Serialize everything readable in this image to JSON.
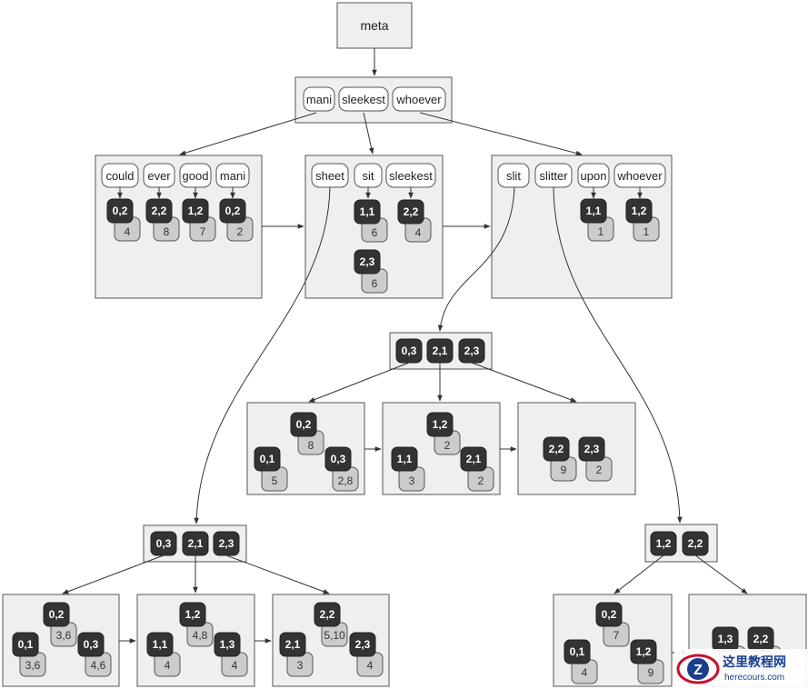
{
  "root": {
    "label": "meta"
  },
  "top_keys": [
    "mani",
    "sleekest",
    "whoever"
  ],
  "leaves": [
    {
      "keys": [
        "could",
        "ever",
        "good",
        "mani"
      ],
      "entries": [
        {
          "key": "0,2",
          "val": "4"
        },
        {
          "key": "2,2",
          "val": "8"
        },
        {
          "key": "1,2",
          "val": "7"
        },
        {
          "key": "0,2",
          "val": "2"
        }
      ]
    },
    {
      "keys": [
        "sheet",
        "sit",
        "sleekest"
      ],
      "entries": [
        {
          "key": "1,1",
          "val": "6"
        },
        {
          "key": "2,2",
          "val": "4"
        },
        {
          "key": "2,3",
          "val": "6"
        }
      ]
    },
    {
      "keys": [
        "slit",
        "slitter",
        "upon",
        "whoever"
      ],
      "entries": [
        {
          "key": "1,1",
          "val": "1"
        },
        {
          "key": "1,2",
          "val": "1"
        }
      ]
    }
  ],
  "subtree_mid": {
    "index": [
      "0,3",
      "2,1",
      "2,3"
    ],
    "nodes": [
      [
        {
          "key": "0,2",
          "val": "8"
        },
        {
          "key": "0,1",
          "val": "5"
        },
        {
          "key": "0,3",
          "val": "2,8"
        }
      ],
      [
        {
          "key": "1,2",
          "val": "2"
        },
        {
          "key": "1,1",
          "val": "3"
        },
        {
          "key": "2,1",
          "val": "2"
        }
      ],
      [
        {
          "key": "2,2",
          "val": "9"
        },
        {
          "key": "2,3",
          "val": "2"
        }
      ]
    ]
  },
  "subtree_left": {
    "index": [
      "0,3",
      "2,1",
      "2,3"
    ],
    "nodes": [
      [
        {
          "key": "0,2",
          "val": "3,6"
        },
        {
          "key": "0,1",
          "val": "3,6"
        },
        {
          "key": "0,3",
          "val": "4,6"
        }
      ],
      [
        {
          "key": "1,2",
          "val": "4,8"
        },
        {
          "key": "1,1",
          "val": "4"
        },
        {
          "key": "1,3",
          "val": "4"
        }
      ],
      [
        {
          "key": "2,2",
          "val": "5,10"
        },
        {
          "key": "2,1",
          "val": "3"
        },
        {
          "key": "2,3",
          "val": "4"
        }
      ]
    ]
  },
  "subtree_right": {
    "index": [
      "1,2",
      "2,2"
    ],
    "nodes": [
      [
        {
          "key": "0,2",
          "val": "7"
        },
        {
          "key": "0,1",
          "val": "4"
        },
        {
          "key": "1,2",
          "val": "9"
        }
      ],
      [
        {
          "key": "1,3",
          "val": ""
        },
        {
          "key": "2,2",
          "val": ""
        }
      ]
    ]
  },
  "watermark": {
    "brand": "这里教程网",
    "url": "herecours.com",
    "logo_letter": "Z",
    "color": "#1a3e8c"
  }
}
